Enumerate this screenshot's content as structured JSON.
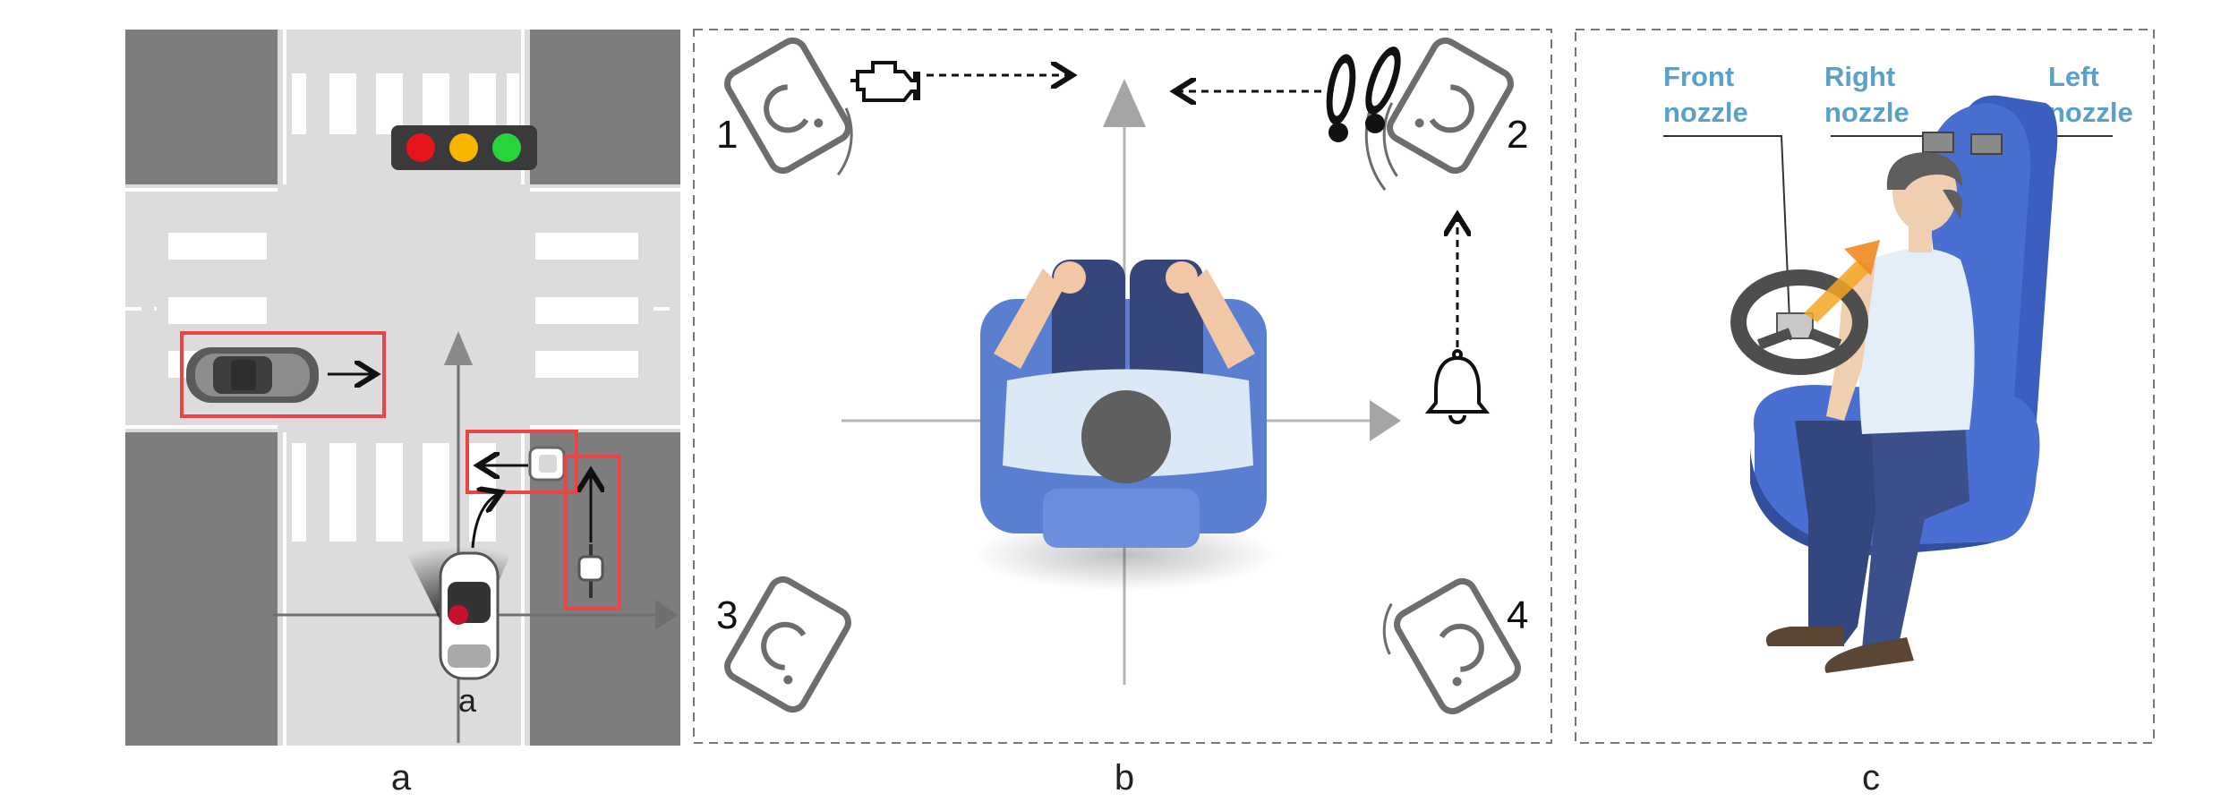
{
  "panels": {
    "a": {
      "caption": "a",
      "ego_label": "a",
      "traffic_light_colors": [
        "#e8141b",
        "#f7b500",
        "#27d53a"
      ],
      "highlight_color": "#e84545",
      "road_color": "#dcdcdc",
      "block_color": "#7d7d7d"
    },
    "b": {
      "caption": "b",
      "speakers": [
        "1",
        "2",
        "3",
        "4"
      ],
      "icons": [
        "engine-warning-icon",
        "footsteps-icon",
        "bell-icon"
      ],
      "seat_color": "#5a7fd0"
    },
    "c": {
      "caption": "c",
      "nozzles": {
        "front": "Front nozzle",
        "right": "Right nozzle",
        "left": "Left nozzle"
      },
      "nozzle_lines": {
        "front": [
          "Front",
          "nozzle"
        ],
        "right": [
          "Right",
          "nozzle"
        ],
        "left": [
          "Left",
          "nozzle"
        ]
      },
      "seat_color": "#4a6fd2",
      "label_color": "#5aa0c8"
    }
  }
}
